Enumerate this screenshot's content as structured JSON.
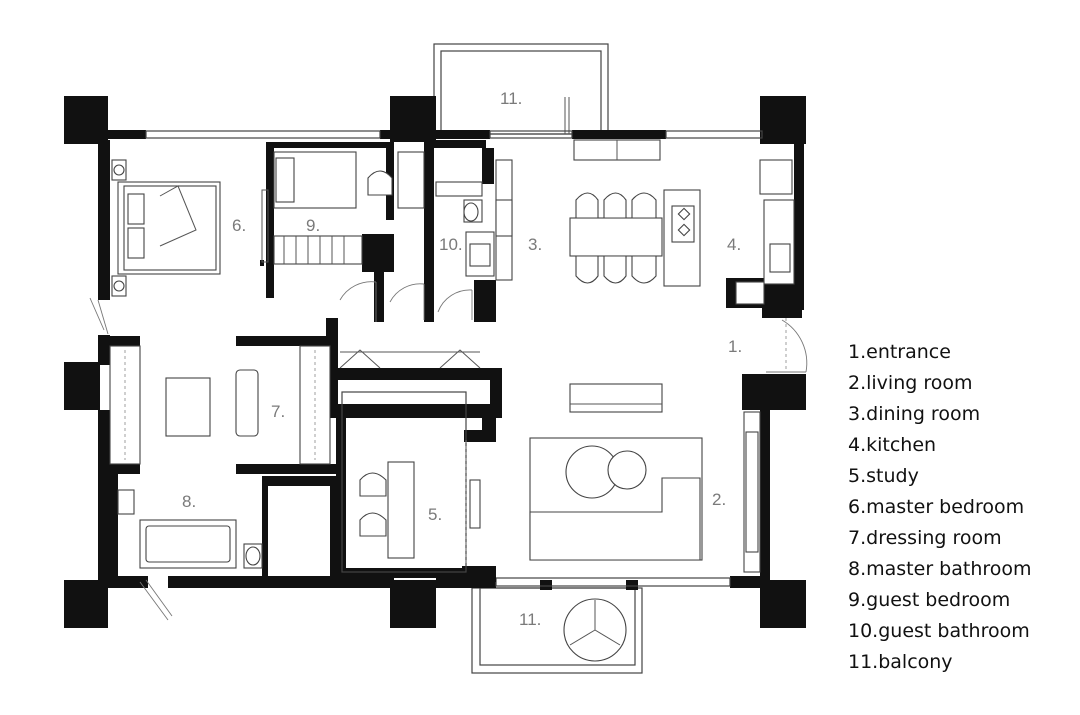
{
  "rooms": [
    {
      "number": "1.",
      "name": "entrance"
    },
    {
      "number": "2.",
      "name": "living room"
    },
    {
      "number": "3.",
      "name": "dining room"
    },
    {
      "number": "4.",
      "name": "kitchen"
    },
    {
      "number": "5.",
      "name": "study"
    },
    {
      "number": "6.",
      "name": "master bedroom"
    },
    {
      "number": "7.",
      "name": "dressing room"
    },
    {
      "number": "8.",
      "name": "master bathroom"
    },
    {
      "number": "9.",
      "name": "guest bedroom"
    },
    {
      "number": "10.",
      "name": "guest bathroom"
    },
    {
      "number": "11.",
      "name": "balcony"
    }
  ],
  "labels": {
    "r1": "1.",
    "r2": "2.",
    "r3": "3.",
    "r4": "4.",
    "r5": "5.",
    "r6": "6.",
    "r7": "7.",
    "r8": "8.",
    "r9": "9.",
    "r10": "10.",
    "r11_top": "11.",
    "r11_bottom": "11."
  },
  "legend": [
    "1.entrance",
    "2.living room",
    "3.dining room",
    "4.kitchen",
    "5.study",
    "6.master bedroom",
    "7.dressing room",
    "8.master bathroom",
    "9.guest bedroom",
    "10.guest bathroom",
    "11.balcony"
  ],
  "colors": {
    "wall": "#111111",
    "label": "#7a7a7a",
    "legend_text": "#111111",
    "background": "#ffffff"
  }
}
